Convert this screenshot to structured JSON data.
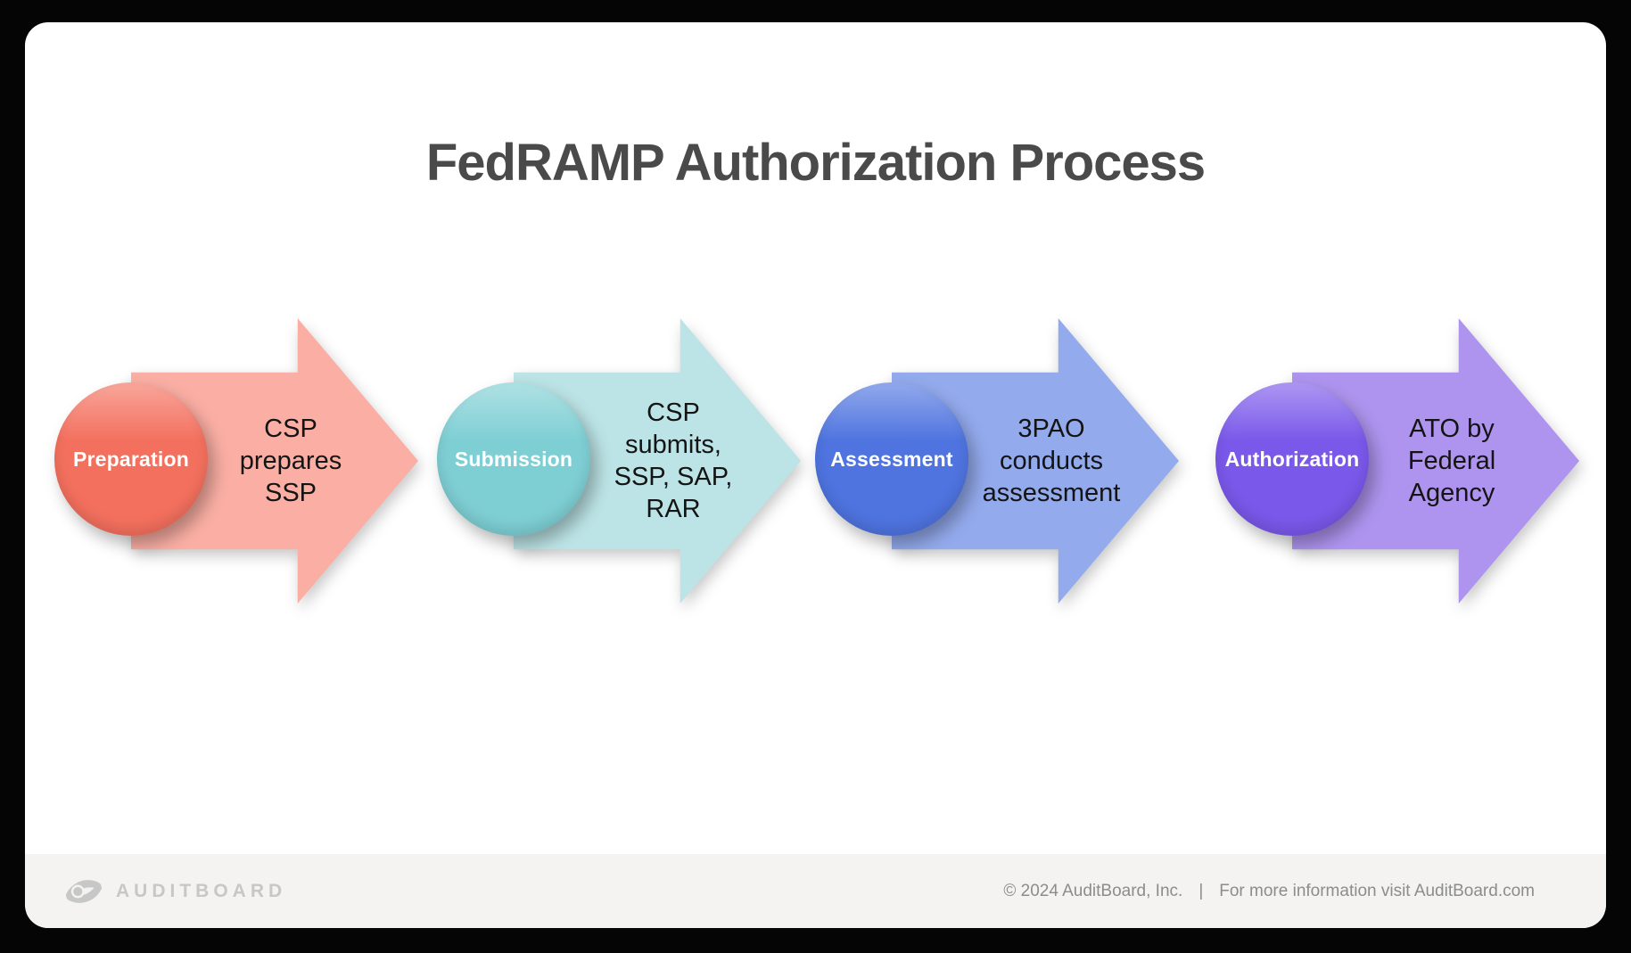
{
  "title": "FedRAMP Authorization Process",
  "colors": {
    "page_bg": "#050505",
    "card_bg": "#FFFFFF",
    "title_text": "#4A4A4A",
    "arrow_label_text": "#141414",
    "circle_label_text": "#FFFFFF",
    "footer_bg": "#F4F3F2",
    "footer_text": "#8C8C8C",
    "logo_gray": "#C7C7C7"
  },
  "steps": [
    {
      "label": "Preparation",
      "arrow_text": "CSP\nprepares\nSSP",
      "circle_color": "#F4705E",
      "arrow_color": "#FBAFA4"
    },
    {
      "label": "Submission",
      "arrow_text": "CSP\nsubmits,\nSSP, SAP,\nRAR",
      "circle_color": "#7ECFD4",
      "arrow_color": "#BCE4E6"
    },
    {
      "label": "Assessment",
      "arrow_text": "3PAO\nconducts\nassessment",
      "circle_color": "#4F74E0",
      "arrow_color": "#93AAED"
    },
    {
      "label": "Authorization",
      "arrow_text": "ATO by\nFederal\nAgency",
      "circle_color": "#7A58EA",
      "arrow_color": "#AE94EF"
    }
  ],
  "footer": {
    "logo_text": "AUDITBOARD",
    "copyright": "© 2024  AuditBoard, Inc.",
    "separator": "|",
    "info": "For more information visit AuditBoard.com"
  }
}
